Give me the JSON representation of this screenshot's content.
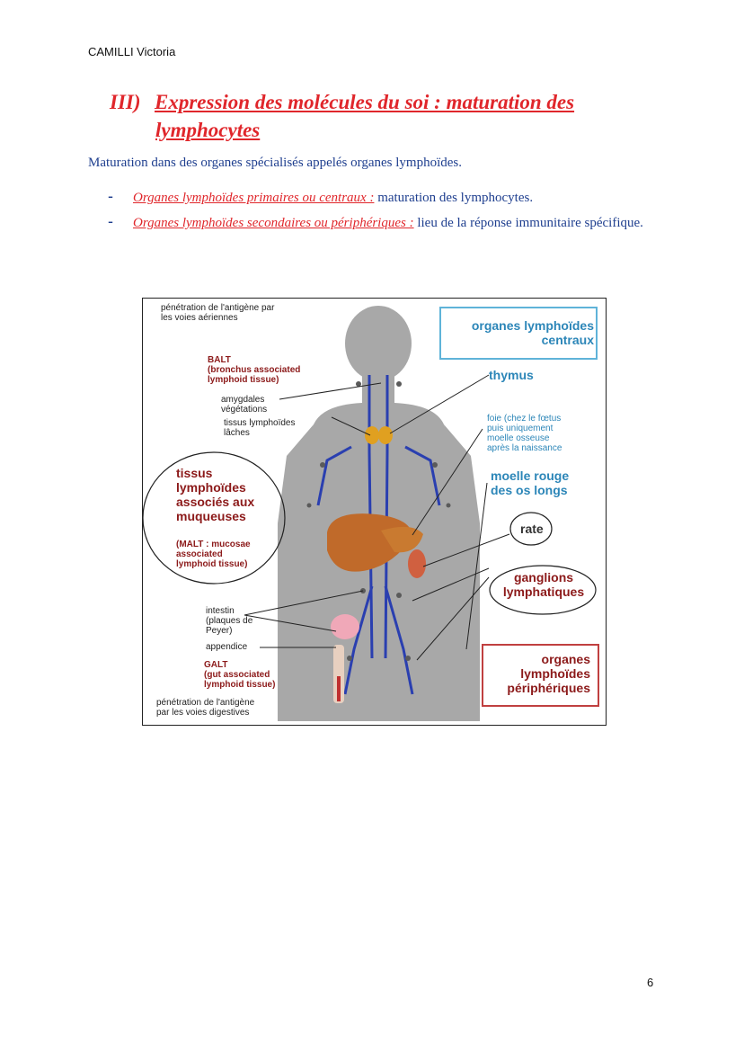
{
  "header": {
    "author": "CAMILLI Victoria"
  },
  "section": {
    "number": "III)",
    "title_line1": "Expression des molécules du soi : maturation des",
    "title_line2": "lymphocytes",
    "intro": "Maturation dans des organes spécialisés appelés organes lymphoïdes."
  },
  "bullets": [
    {
      "dash": "-",
      "term": "Organes lymphoïdes primaires ou centraux :",
      "text": " maturation des lymphocytes."
    },
    {
      "dash": "-",
      "term": "Organes lymphoïdes secondaires ou périphériques :",
      "text": " lieu de la réponse immunitaire spécifique."
    }
  ],
  "figure": {
    "labels": {
      "penetration_air": "pénétration de l'antigène par\nles voies aériennes",
      "balt": "BALT\n(bronchus associated\nlymphoid tissue)",
      "amygdales": "amygdales\nvégétations",
      "tissus_laches": "tissus lymphoïdes\nlâches",
      "tissus_muqueuses": "tissus\nlymphoïdes\nassociés aux\nmuqueuses",
      "malt": "(MALT : mucosae\nassociated\nlymphoid tissue)",
      "intestin": "intestin\n(plaques de\nPeyer)",
      "appendice": "appendice",
      "galt": "GALT\n(gut associated\nlymphoid tissue)",
      "penetration_dig": "pénétration de l'antigène\npar les voies digestives",
      "organes_centraux": "organes lymphoïdes\ncentraux",
      "thymus": "thymus",
      "foie": "foie (chez le fœtus\npuis uniquement\nmoelle osseuse\naprès la naissance",
      "moelle": "moelle rouge\ndes os longs",
      "rate": "rate",
      "ganglions": "ganglions\nlymphatiques",
      "organes_peripheriques": "organes\nlymphoïdes\npériphériques"
    },
    "colors": {
      "body": "#a6a6a6",
      "vessels": "#2a3fb0",
      "liver": "#c06a2a",
      "labels_red": "#8c1a1a",
      "labels_blue": "#2c86b8"
    }
  },
  "footer": {
    "page_number": "6"
  }
}
